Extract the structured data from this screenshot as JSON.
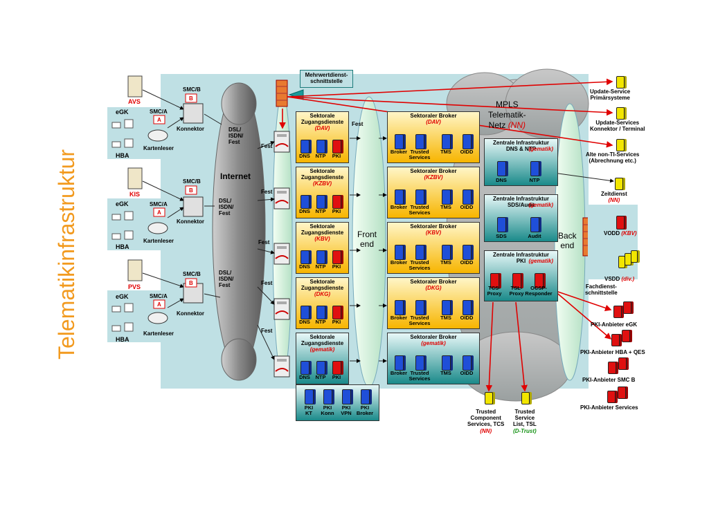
{
  "title": "Telematikinfrastruktur",
  "callout_mehrwert": "Mehrwertdienst-\nschnittstelle",
  "clients": [
    {
      "system": "AVS",
      "smcb": "SMC/B",
      "smca": "SMC/A",
      "egk": "eGK",
      "hba": "HBA",
      "konnektor": "Konnektor",
      "kartenleser": "Kartenleser",
      "line": "DSL/\nISDN/\nFest"
    },
    {
      "system": "KIS",
      "smcb": "SMC/B",
      "smca": "SMC/A",
      "egk": "eGK",
      "hba": "HBA",
      "konnektor": "Konnektor",
      "kartenleser": "Kartenleser",
      "line": "DSL/\nISDN/\nFest"
    },
    {
      "system": "PVS",
      "smcb": "SMC/B",
      "smca": "SMC/A",
      "egk": "eGK",
      "hba": "HBA",
      "konnektor": "Konnektor",
      "kartenleser": "Kartenleser",
      "line": "DSL/\nISDN/\nFest"
    }
  ],
  "card_letters": {
    "b": "B",
    "a": "A"
  },
  "internet": "Internet",
  "fest": "Fest",
  "front_end": "Front\nend",
  "back_end": "Back\nend",
  "mpls": {
    "line1": "MPLS",
    "line2": "Telematik-",
    "line3": "Netz",
    "nn": "(NN)"
  },
  "zugang": [
    {
      "title": "Sektorale\nZugangsdienste",
      "org": "(DAV)"
    },
    {
      "title": "Sektorale\nZugangsdienste",
      "org": "(KZBV)"
    },
    {
      "title": "Sektorale\nZugangsdienste",
      "org": "(KBV)"
    },
    {
      "title": "Sektorale\nZugangsdienste",
      "org": "(DKG)"
    },
    {
      "title": "Sektorale\nZugangsdienste",
      "org": "(gematik)"
    }
  ],
  "zugang_servers": [
    "DNS",
    "NTP",
    "PKI"
  ],
  "broker": [
    {
      "title": "Sektoraler Broker",
      "org": "(DAV)"
    },
    {
      "title": "Sektoraler Broker",
      "org": "(KZBV)"
    },
    {
      "title": "Sektoraler Broker",
      "org": "(KBV)"
    },
    {
      "title": "Sektoraler Broker",
      "org": "(DKG)"
    },
    {
      "title": "Sektoraler Broker",
      "org": "(gematik)"
    }
  ],
  "broker_servers": [
    "Broker",
    "Trusted\nServices",
    "TMS",
    "OIDD"
  ],
  "pki_box": [
    "PKI\nKT",
    "PKI\nKonn",
    "PKI\nVPN",
    "PKI\nBroker"
  ],
  "central": [
    {
      "title": "Zentrale Infrastruktur\nDNS & NTP",
      "org": "(gematik)",
      "servers": [
        "DNS",
        "NTP"
      ]
    },
    {
      "title": "Zentrale Infrastruktur\nSDS/Audit",
      "org": "(gematik)",
      "servers": [
        "SDS",
        "Audit"
      ]
    },
    {
      "title": "Zentrale Infrastruktur\nPKI",
      "org": "(gematik)",
      "servers": [
        "TCS-\nProxy",
        "TSL-\nProxy",
        "OCSP-\nResponder"
      ]
    }
  ],
  "right_services": [
    {
      "label": "Update-Service\nPrimärsysteme"
    },
    {
      "label": "Update-Services\nKonnektor / Terminal"
    },
    {
      "label": "Alte non-TI-Services\n(Abrechnung etc.)"
    }
  ],
  "zeitdienst": {
    "label": "Zeitdienst",
    "org": "(NN)"
  },
  "vodd": {
    "label": "VODD",
    "org": "(KBV)"
  },
  "vsdd": {
    "label": "VSDD",
    "org": "(div.)"
  },
  "fachdienst": "Fachdienst-\nschnittstelle",
  "pki_anbieter": [
    "PKI-Anbieter eGK",
    "PKI-Anbieter HBA + QES",
    "PKI-Anbieter SMC B",
    "PKI-Anbieter Services"
  ],
  "trusted_component": {
    "label": "Trusted\nComponent\nServices, TCS",
    "org": "(NN)"
  },
  "trusted_service": {
    "label": "Trusted\nService\nList, TSL",
    "org": "(D-Trust)"
  },
  "colors": {
    "title": "#f29a1f",
    "panel": "#bfe0e4",
    "zugang": "#f7b500",
    "broker_gematik": "#1a8a8a",
    "red": "#e00000",
    "server_blue": "#1f4fd8",
    "server_red": "#e01010",
    "server_yellow": "#f2e600"
  }
}
